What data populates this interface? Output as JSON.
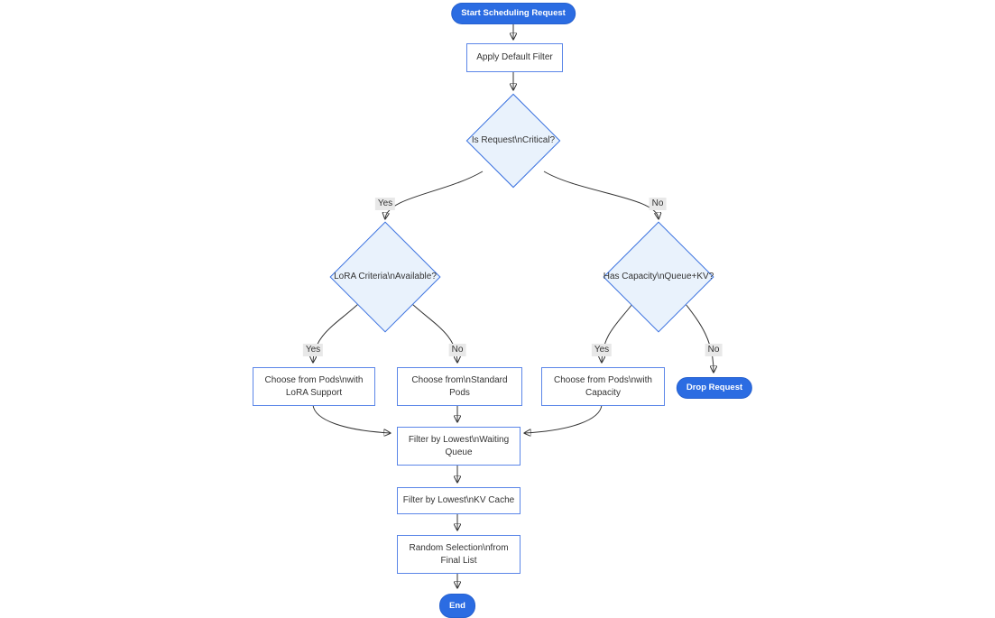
{
  "diagram": {
    "type": "flowchart",
    "direction": "top-down",
    "nodes": {
      "start": {
        "shape": "stadium",
        "label": "Start Scheduling Request"
      },
      "apply_default_filter": {
        "shape": "process",
        "label": "Apply Default Filter"
      },
      "is_request_critical": {
        "shape": "decision",
        "label": "Is Request\\nCritical?"
      },
      "lora_criteria_available": {
        "shape": "decision",
        "label": "LoRA Criteria\\nAvailable?"
      },
      "has_capacity_queue_kv": {
        "shape": "decision",
        "label": "Has Capacity\\nQueue+KV?"
      },
      "choose_pods_lora": {
        "shape": "process",
        "label": "Choose from Pods\\nwith LoRA Support",
        "lines": [
          "Choose from Pods\\nwith",
          "LoRA Support"
        ]
      },
      "choose_standard_pods": {
        "shape": "process",
        "label": "Choose from\\nStandard Pods",
        "lines": [
          "Choose from\\nStandard",
          "Pods"
        ]
      },
      "choose_pods_capacity": {
        "shape": "process",
        "label": "Choose from Pods\\nwith Capacity",
        "lines": [
          "Choose from Pods\\nwith",
          "Capacity"
        ]
      },
      "drop_request": {
        "shape": "stadium",
        "label": "Drop Request"
      },
      "filter_waiting_queue": {
        "shape": "process",
        "label": "Filter by Lowest\\nWaiting Queue",
        "lines": [
          "Filter by Lowest\\nWaiting",
          "Queue"
        ]
      },
      "filter_kv_cache": {
        "shape": "process",
        "label": "Filter by Lowest\\nKV Cache"
      },
      "random_selection": {
        "shape": "process",
        "label": "Random Selection\\nfrom Final List",
        "lines": [
          "Random Selection\\nfrom",
          "Final List"
        ]
      },
      "end": {
        "shape": "stadium",
        "label": "End"
      }
    },
    "edge_labels": {
      "critical_yes": "Yes",
      "critical_no": "No",
      "lora_yes": "Yes",
      "lora_no": "No",
      "capacity_yes": "Yes",
      "capacity_no": "No"
    },
    "edges": [
      {
        "from": "start",
        "to": "apply_default_filter",
        "label": ""
      },
      {
        "from": "apply_default_filter",
        "to": "is_request_critical",
        "label": ""
      },
      {
        "from": "is_request_critical",
        "to": "lora_criteria_available",
        "label": "Yes"
      },
      {
        "from": "is_request_critical",
        "to": "has_capacity_queue_kv",
        "label": "No"
      },
      {
        "from": "lora_criteria_available",
        "to": "choose_pods_lora",
        "label": "Yes"
      },
      {
        "from": "lora_criteria_available",
        "to": "choose_standard_pods",
        "label": "No"
      },
      {
        "from": "has_capacity_queue_kv",
        "to": "choose_pods_capacity",
        "label": "Yes"
      },
      {
        "from": "has_capacity_queue_kv",
        "to": "drop_request",
        "label": "No"
      },
      {
        "from": "choose_pods_lora",
        "to": "filter_waiting_queue",
        "label": ""
      },
      {
        "from": "choose_standard_pods",
        "to": "filter_waiting_queue",
        "label": ""
      },
      {
        "from": "choose_pods_capacity",
        "to": "filter_waiting_queue",
        "label": ""
      },
      {
        "from": "filter_waiting_queue",
        "to": "filter_kv_cache",
        "label": ""
      },
      {
        "from": "filter_kv_cache",
        "to": "random_selection",
        "label": ""
      },
      {
        "from": "random_selection",
        "to": "end",
        "label": ""
      }
    ],
    "colors": {
      "terminal_fill": "#2b6ce2",
      "terminal_text": "#ffffff",
      "process_fill": "#ffffff",
      "process_border": "#5b86e8",
      "decision_fill": "#e9f2fc",
      "decision_border": "#3b72e0",
      "edge_stroke": "#333333",
      "edge_label_bg": "#e8e8e8",
      "text": "#333333",
      "background": "#ffffff"
    }
  }
}
